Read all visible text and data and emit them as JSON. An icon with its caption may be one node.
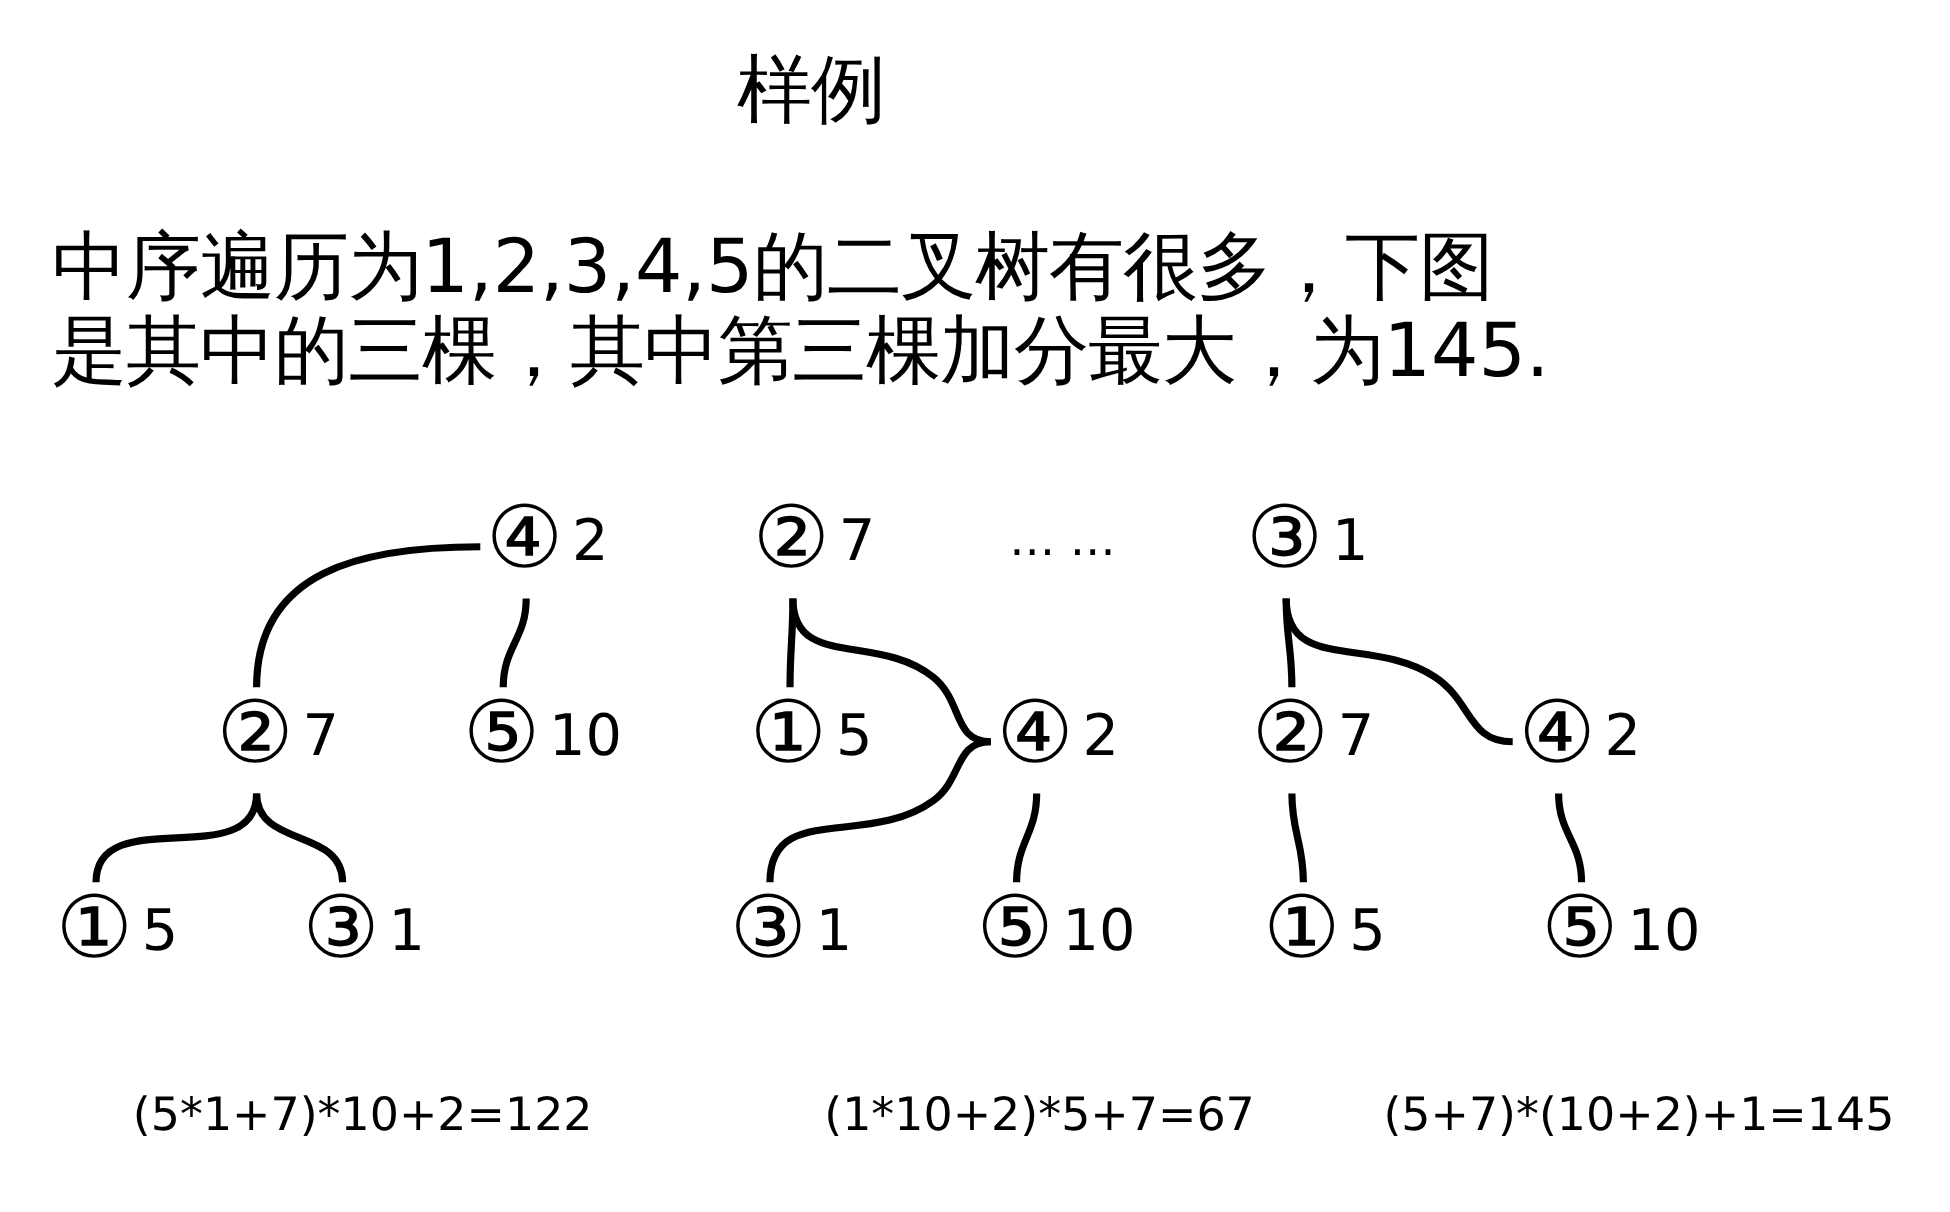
{
  "diagram": {
    "nodes": [
      {
        "text": [
          "④"
        ],
        "beside": [
          "2"
        ]
      },
      {
        "text": [
          "②"
        ],
        "beside": [
          "7"
        ]
      },
      {
        "text": [
          "⑤"
        ],
        "beside": [
          "10"
        ]
      },
      {
        "text": [
          "①"
        ],
        "beside": [
          "5"
        ]
      },
      {
        "text": [
          "③"
        ],
        "beside": [
          "1"
        ]
      },
      {
        "text": [
          "②"
        ],
        "beside": [
          "7"
        ]
      },
      {
        "text": [
          "①"
        ],
        "beside": [
          "5"
        ]
      },
      {
        "text": [
          "④"
        ],
        "beside": [
          "2"
        ]
      },
      {
        "text": [
          "③"
        ],
        "beside": [
          "1"
        ]
      },
      {
        "text": [
          "⑤"
        ],
        "beside": [
          "10"
        ]
      },
      {
        "text": [
          "③"
        ],
        "beside": [
          "1"
        ]
      },
      {
        "text": [
          "②"
        ],
        "beside": [
          "7"
        ]
      },
      {
        "text": [
          "④"
        ],
        "beside": [
          "2"
        ]
      },
      {
        "text": [
          "①"
        ],
        "beside": [
          "5"
        ]
      },
      {
        "text": [
          "⑤"
        ],
        "beside": [
          "10"
        ]
      }
    ],
    "edges": [
      {
        "from": 0,
        "to": 1,
        "arrow": "none"
      },
      {
        "from": 0,
        "to": 2,
        "arrow": "none"
      },
      {
        "from": 1,
        "to": 3,
        "arrow": "none"
      },
      {
        "from": 1,
        "to": 4,
        "arrow": "none"
      },
      {
        "from": 5,
        "to": 6,
        "arrow": "none"
      },
      {
        "from": 5,
        "to": 7,
        "arrow": "none"
      },
      {
        "from": 7,
        "to": 8,
        "arrow": "none"
      },
      {
        "from": 7,
        "to": 9,
        "arrow": "none"
      },
      {
        "from": 10,
        "to": 11,
        "arrow": "none"
      },
      {
        "from": 10,
        "to": 12,
        "arrow": "none"
      },
      {
        "from": 11,
        "to": 13,
        "arrow": "none"
      },
      {
        "from": 12,
        "to": 14,
        "arrow": "none"
      }
    ],
    "labels": [
      "样例",
      "中序遍历为1,2,3,4,5的二叉树有很多，下图是其中的三棵，其中第三棵加分最大，为145.",
      "… …",
      "(5*1+7)*10+2=122",
      "(1*10+2)*5+7=67",
      "(5+7)*(10+2)+1=145"
    ]
  }
}
